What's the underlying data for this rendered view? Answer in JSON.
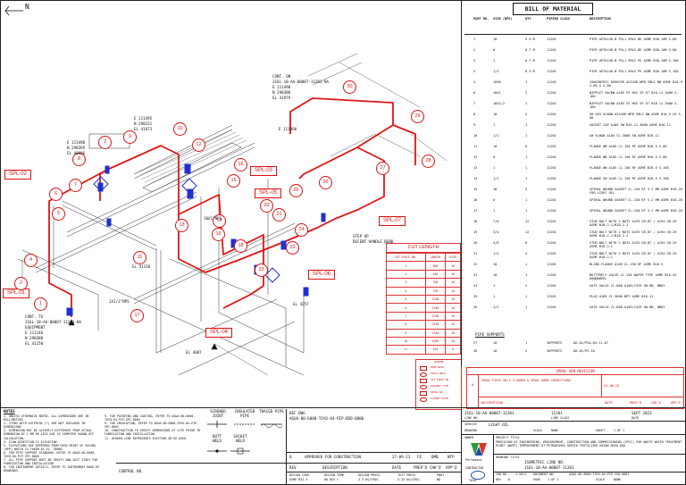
{
  "north": "N",
  "bom": {
    "title": "BILL OF MATERIAL",
    "headers": {
      "part_no": "PART NO.",
      "size": "SIZE (NPS)",
      "qty": "QTY",
      "piping_class": "PIPING CLASS",
      "description": "DESCRIPTION"
    },
    "rows": [
      {
        "no": "1",
        "size": "10",
        "qty": "5.9 M",
        "cls": "11201",
        "desc": "PIPE API5LGR.B PSL1 SMLS BE ASME B36.10M S-80"
      },
      {
        "no": "2",
        "size": "6",
        "qty": "0.7 M",
        "cls": "11201",
        "desc": "PIPE API5LGR.B PSL1 SMLS BE ASME B36.10M S-80"
      },
      {
        "no": "3",
        "size": "1",
        "qty": "0.7 M",
        "cls": "11201",
        "desc": "PIPE API5LGR.B PSL1 SMLS PE ASME B36.10M S-160"
      },
      {
        "no": "4",
        "size": "1/2",
        "qty": "0.3 M",
        "cls": "11201",
        "desc": "PIPE API5LGR.B PSL1 SMLS PE ASME B36.10M S-160"
      },
      {
        "no": "5",
        "size": "10X6",
        "qty": "1",
        "cls": "11201",
        "desc": "CONCENTRIC REDUCER A234GR.WPB SMLS BW ASME B16.9 S-80 X S-80"
      },
      {
        "no": "6",
        "size": "10X1",
        "qty": "2",
        "cls": "11201",
        "desc": "NIPPLET SW/BW A105 FE MSS SP-97 B16.11 3000 S-160"
      },
      {
        "no": "7",
        "size": "10X1/2",
        "qty": "1",
        "cls": "11201",
        "desc": "NIPPLET SW/BW A105 FE MSS SP-97 B16.11 3000 S-160"
      },
      {
        "no": "8",
        "size": "10",
        "qty": "5",
        "cls": "11201",
        "desc": "90 DEG ELBOW A234GR.WPB SMLS BW ASME B16.9 LR S-80"
      },
      {
        "no": "9",
        "size": "1",
        "qty": "1",
        "cls": "11201",
        "desc": "SOCKET CAP A105 SW B16.11 3000 ASME B16.11"
      },
      {
        "no": "10",
        "size": "1/2",
        "qty": "1",
        "cls": "11201",
        "desc": "SW ELBOW A105 CL.3000 SW ASME B16.11"
      },
      {
        "no": "11",
        "size": "10",
        "qty": "6",
        "cls": "11201",
        "desc": "FLANGE WN A105 CL.150 RF ASME B16.5 S-80"
      },
      {
        "no": "12",
        "size": "6",
        "qty": "1",
        "cls": "11201",
        "desc": "FLANGE WN A105 CL.150 RF ASME B16.5 S-80"
      },
      {
        "no": "13",
        "size": "1",
        "qty": "1",
        "cls": "11201",
        "desc": "FLANGE WN A105 CL.150 RF ASME B16.5 S-160"
      },
      {
        "no": "14",
        "size": "1/2",
        "qty": "1",
        "cls": "11201",
        "desc": "FLANGE SW A105 CL.150 RF ASME B16.5 S-160"
      },
      {
        "no": "15",
        "size": "10",
        "qty": "3",
        "cls": "11201",
        "desc": "SPIRAL WOUND GASKET CL.150 RF 3.2 MM ASME B16.20 FOR LIGHT OIL"
      },
      {
        "no": "16",
        "size": "6",
        "qty": "1",
        "cls": "11201",
        "desc": "SPIRAL WOUND GASKET CL.150 RF 3.2 MM ASME B16.20"
      },
      {
        "no": "17",
        "size": "1",
        "qty": "1",
        "cls": "11201",
        "desc": "SPIRAL WOUND GASKET CL.150 RF 3.2 MM ASME B16.20"
      },
      {
        "no": "18",
        "size": "7/8",
        "qty": "12",
        "cls": "11201",
        "desc": "STUD BOLT WITH 2 NUTS A193 GR.B7 / A194 GR.2H ASME B18.2.1/B18.2.2"
      },
      {
        "no": "19",
        "size": "3/4",
        "qty": "12",
        "cls": "11201",
        "desc": "STUD BOLT WITH 2 NUTS A193 GR.B7 / A194 GR.2H ASME B18.2.1/B18.2.2"
      },
      {
        "no": "20",
        "size": "5/8",
        "qty": "8",
        "cls": "11201",
        "desc": "STUD BOLT WITH 2 NUTS A193 GR.B7 / A194 GR.2H ASME B18.2.1"
      },
      {
        "no": "21",
        "size": "1/2",
        "qty": "4",
        "cls": "11201",
        "desc": "STUD BOLT WITH 2 NUTS A193 GR.B7 / A194 GR.2H ASME B18.2.1"
      },
      {
        "no": "22",
        "size": "10",
        "qty": "1",
        "cls": "11201",
        "desc": "BLIND FLANGE A105 CL.150 RF ASME B16.5"
      },
      {
        "no": "23",
        "size": "10",
        "qty": "1",
        "cls": "11201",
        "desc": "BUTTERFLY VALVE CL.150 WAFER TYPE ASME B16.34 HANDWHEEL"
      },
      {
        "no": "24",
        "size": "1",
        "qty": "2",
        "cls": "11201",
        "desc": "GATE VALVE CL.800 A105/13CR SW BB, BBKY"
      },
      {
        "no": "25",
        "size": "1",
        "qty": "1",
        "cls": "11201",
        "desc": "PLUG A105 CL.3000 NPT ASME B16.11"
      },
      {
        "no": "26",
        "size": "1/2",
        "qty": "1",
        "cls": "11201",
        "desc": "GATE VALVE CL.800 A105/13CR SW BB, BBKY"
      }
    ],
    "supports_title": "PIPE SUPPORTS",
    "supports": [
      {
        "no": "27",
        "size": "10",
        "qty": "1",
        "cls": "SUPPORTS",
        "desc": "AD-01/PSA-04-11-07"
      },
      {
        "no": "28",
        "size": "10",
        "qty": "2",
        "cls": "SUPPORTS",
        "desc": "AD-01/PS-10"
      }
    ]
  },
  "spools": [
    {
      "label": "SPL-02"
    },
    {
      "label": "SPL-03"
    },
    {
      "label": "SPL-05"
    },
    {
      "label": "SPL-07"
    },
    {
      "label": "SPL-06"
    },
    {
      "label": "SPL-04"
    },
    {
      "label": "SPL-01"
    }
  ],
  "callouts": [
    "30",
    "29",
    "28",
    "27",
    "26",
    "25",
    "24",
    "23",
    "22",
    "21",
    "20",
    "19",
    "18",
    "17",
    "16",
    "15",
    "14",
    "13",
    "12",
    "11",
    "10",
    "9",
    "8",
    "7",
    "6",
    "5",
    "4",
    "3",
    "2",
    "1"
  ],
  "iso_texts": {
    "cont_on": "CONT. ON",
    "line_ref": "316L-10-AA-00087-11201-NA",
    "coord_e1": "E 111490",
    "coord_n1": "N 298380",
    "coord_el1": "EL 41979",
    "coord_e2": "E 111495",
    "coord_n2": "N 298221",
    "coord_el2": "EL 41873",
    "coord_e3": "E 111490",
    "coord_n3": "N 298395",
    "coord_el3": "EL 40886",
    "cont_on2": "CONT. TO",
    "equip": "EQUIPMENT",
    "coord_e4": "E 111146",
    "coord_n4": "N 298380",
    "coord_el4": "EL 41150",
    "el_41": "EL 41150",
    "fw": "FW",
    "step_up": "STEP UP",
    "handle": "RECENT HANDLE BEND",
    "el_4087": "EL 4087",
    "el_4257": "EL 4257",
    "npt": "1X1/2\"NPS",
    "npt2": "10X1\"NPS",
    "fg_label": "FG"
  },
  "cut_length": {
    "title": "CUT LENGTH",
    "headers": [
      "CUT PIECE NO.",
      "LENGTH",
      "SIZE"
    ],
    "rows": [
      [
        "1",
        "960",
        "10"
      ],
      [
        "2",
        "530",
        "10"
      ],
      [
        "3",
        "320",
        "10"
      ],
      [
        "4",
        "720",
        "10"
      ],
      [
        "5",
        "1200",
        "10"
      ],
      [
        "6",
        "1160",
        "10"
      ],
      [
        "7",
        "1200",
        "10"
      ],
      [
        "8",
        "2250",
        "10"
      ],
      [
        "9",
        "1350",
        "10"
      ],
      [
        "10",
        "1365",
        "10"
      ],
      [
        "11",
        "225",
        "6"
      ]
    ]
  },
  "legend": {
    "items": [
      "SHOP WELD",
      "FIELD WELD",
      "CUT PIECE NO.",
      "SUPPORT TYPE",
      "SPOOL NO.",
      "FLANGE JOINT"
    ]
  },
  "spool_gen": {
    "title": "SPOOL GEN REVISION",
    "col_rev": "REV.",
    "col_desc": "DESCRIPTION",
    "col_date": "DATE",
    "col_prep": "PREP'D",
    "col_chkd": "CHK'D",
    "col_appd": "APP'D",
    "row_rev": "0",
    "row_desc": "SPOOL PIECE NO.1-3 ADDED & SPOOL NAME CORRECTIONS",
    "row_date": "24-08-23"
  },
  "notes": {
    "title": "NOTES",
    "left": [
      "1. UNLESS OTHERWISE NOTED, ALL DIMENSIONS ARE IN MILLIMETERS",
      "2. ITEMS WITH ASTERISK (*) ARE NOT INCLUDED IN DIMENSIONS",
      "3. DIMENSION MAY BE SLIGHTLY DIFFERENT FROM ACTUAL DIMENSION BY 1 MM OR LESS DUE TO COMPUTER ROUND OFF CALCULATION.",
      "4. FLOW DIRECTION IS ELEVATION",
      "5. ELEVATIONS ARE REFERRED FROM HIGH POINT OF PAVING (HPP) WHICH IS TAKEN AS EL. 39000.",
      "6. FOR PIPE SUPPORT STANDARD, REFER TO AGUA-00-6000-TOYO-04-PIP-SPC-0005",
      "7. ALL PIPE SUPPORT MUST BE VERIFY AND SUIT STUDY FOR FABRICATION AND INSTALLATION",
      "8. FOR INSTRUMENT DETAILS, REFER TO INSTRUMENT HOOK-UP DRAWINGS."
    ],
    "right": [
      "9. FOR PAINTING AND COATING, REFER TO AGUA-00-6000-TOYO-04-PIP-SPC-0004",
      "9. FOR INSULATION, REFER TO AGUA-00-6000-TOYO-04-PIP-SPC-0003",
      "10. CONSTRUCTION TO VERIFY DIMENSIONS AT SITE PRIOR TO FABRICATION AND INSTALLATION.",
      "11. HIDDEN LINE REPRESENTS EXISTING OR RE-USED"
    ]
  },
  "symbols": {
    "screwed": "SCREWED JOINT",
    "insulated": "INSULATED PIPE",
    "traced": "TRACED PIPE",
    "butt": "BUTT WELD",
    "socket": "SOCKET WELD"
  },
  "title_block": {
    "ref_dwg": "REF DWG",
    "ref_dwg_val": "AGUA-00-6000-TOYO-04-PIP-DDD-0000",
    "rev_row": {
      "rev": "0",
      "desc": "APPROVED FOR CONSTRUCTION",
      "date": "27-09-23",
      "prep": "FE",
      "chkd": "DMB",
      "appd": "NTP"
    },
    "rev_head": {
      "rev": "REV",
      "desc": "DESCRIPTION",
      "date": "DATE",
      "prep": "PREP'D",
      "chkd": "CHK'D",
      "appd": "APP'D"
    },
    "design_code_label": "DESIGN CODE",
    "design_code": "ASME B31.3",
    "insulation_label": "INSULATION",
    "insulation": "NO",
    "design_temp_label": "DESIGN TEMP",
    "design_temp": "80 DEG C",
    "design_press_label": "DESIGN PRESS",
    "design_press": "3.5 KG/CM2G",
    "test_press_label": "TEST PRESS",
    "test_press": "5.25 KG/CM2G",
    "pwht_label": "PWHT",
    "pwht": "NO",
    "line_no_label": "LINE NO.",
    "line_no": "316L-10-AA-00087-11201",
    "pipe_class": "11201",
    "line_class_label": "LINE CLASS",
    "spec_label": "SPEC",
    "service_label": "SERVICE",
    "service": "LIGHT OIL",
    "date_label": "DATE",
    "date": "SEPT 2023",
    "drawing_label": "DRAWING",
    "scale_label": "SCALE",
    "scale": "NONE",
    "sheet_label": "SHEET",
    "sheet": "1 OF 1",
    "owner_label": "OWNER",
    "contractor_label": "CONTRACTOR",
    "owner_name": "Pertamina",
    "contractor_name": "TOYO",
    "project_title_label": "PROJECT TITLE",
    "project_title": "PROVISION OF ENGINEERING, PROCUREMENT, CONSTRUCTION AND COMMISSIONING (EPCC) FOR WASTE WATER TREATMENT PLANT (WWTP) IMPROVEMENT AT PETROKIMIA GRESIK FERTILIZER KOSAN NUSA DUA",
    "drawing_title_label": "DRAWING TITLE",
    "drawing_title": "ISOMETRIC LINE NO.",
    "drawing_title_line": "316L-10-AA-00087-11201",
    "job_no_label": "JOB NO.",
    "job_no": "J-2011",
    "doc_no_label": "DOCUMENT NO.",
    "doc_no": "AGUA-00-6000-TOYO-04-PIP-ISO-0087",
    "rev_label": "REV",
    "rev": "0",
    "page_label": "PAGE",
    "page": "1 OF 1",
    "scale2_label": "SCALE",
    "scale2": "NONE",
    "control_label": "CONTROL NO."
  },
  "colors": {
    "pipe": "#e01414",
    "struct": "#222222",
    "accent_blue": "#2030d0",
    "text": "#111111"
  }
}
